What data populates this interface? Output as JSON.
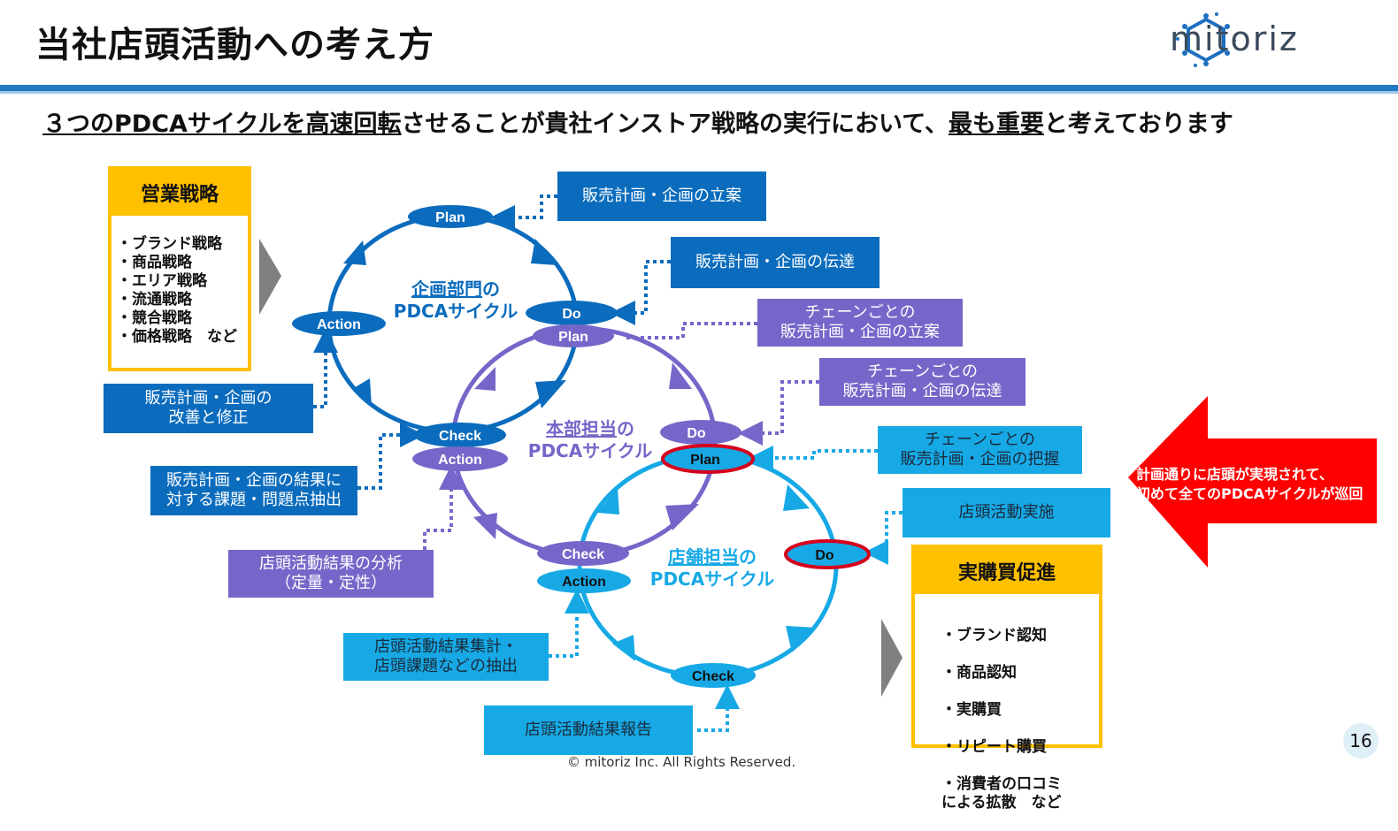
{
  "title": "当社店頭活動への考え方",
  "logo_text": "mitoriz",
  "subtitle": {
    "part1": "３つのPDCAサイクルを高速回転",
    "part2": "させることが貴社インストア戦略の実行において、",
    "part3": "最も重要",
    "part4": "と考えております"
  },
  "sales_strategy": {
    "heading": "営業戦略",
    "items": [
      "ブランド戦略",
      "商品戦略",
      "エリア戦略",
      "流通戦略",
      "競合戦略",
      "価格戦略　など"
    ]
  },
  "purchase_promotion": {
    "heading": "実購買促進",
    "items": [
      "ブランド認知",
      "商品認知",
      "実購買",
      "リピート購買",
      "消費者の口コミ\nによる拡散　など"
    ]
  },
  "cycles": {
    "planning": {
      "label1": "企画部門",
      "label1_suffix": "の",
      "label2": "PDCAサイクル",
      "plan": "Plan",
      "do": "Do",
      "check": "Check",
      "action": "Action"
    },
    "hq": {
      "label1": "本部担当",
      "label1_suffix": "の",
      "label2": "PDCAサイクル",
      "plan": "Plan",
      "do": "Do",
      "check": "Check",
      "action": "Action"
    },
    "store": {
      "label1": "店舗担当",
      "label1_suffix": "の",
      "label2": "PDCAサイクル",
      "plan": "Plan",
      "do": "Do",
      "check": "Check",
      "action": "Action"
    }
  },
  "boxes": {
    "plan_sales": "販売計画・企画の立案",
    "communicate_sales": "販売計画・企画の伝達",
    "chain_plan": "チェーンごとの\n販売計画・企画の立案",
    "chain_communicate": "チェーンごとの\n販売計画・企画の伝達",
    "chain_grasp": "チェーンごとの\n販売計画・企画の把握",
    "store_activity": "店頭活動実施",
    "improve": "販売計画・企画の\n改善と修正",
    "extract_issues": "販売計画・企画の結果に\n対する課題・問題点抽出",
    "analysis": "店頭活動結果の分析\n（定量・定性）",
    "aggregate": "店頭活動結果集計・\n店頭課題などの抽出",
    "report": "店頭活動結果報告"
  },
  "callout": "計画通りに店頭が実現されて、\n初めて全てのPDCAサイクルが巡回",
  "page_number": "16",
  "copyright": "© mitoriz Inc. All Rights Reserved.",
  "colors": {
    "dark_blue": "#0b6cbd",
    "purple": "#7467c9",
    "cyan": "#17a9e6",
    "yellow": "#ffc000",
    "red": "#ff0000",
    "highlight_ring": "#d6001c"
  }
}
